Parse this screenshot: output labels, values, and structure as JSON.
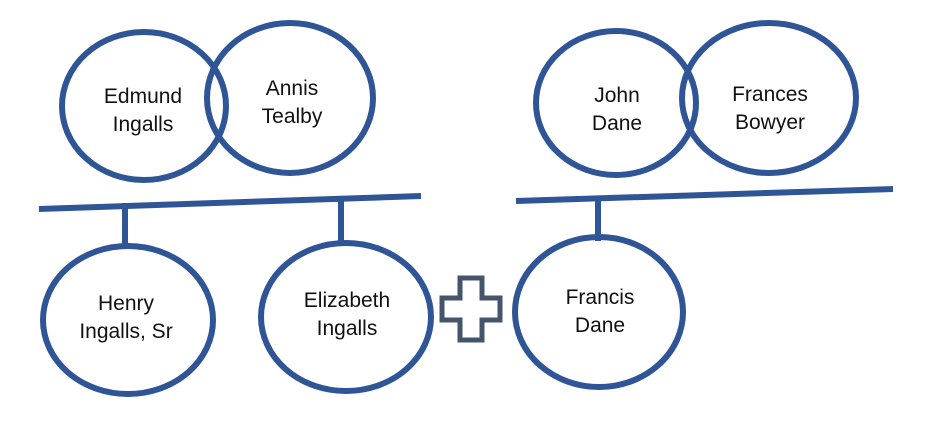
{
  "colors": {
    "shape_stroke": "#2F5597",
    "cross_stroke": "#44546A",
    "label_color": "#111111",
    "background": "#FFFFFF"
  },
  "icons": {
    "marriage_cross": "plus-cross-outline"
  },
  "people": {
    "edmund": "Edmund\nIngalls",
    "annis": "Annis\nTealby",
    "john": "John\nDane",
    "frances": "Frances\nBowyer",
    "henry": "Henry\nIngalls, Sr",
    "elizabeth": "Elizabeth\nIngalls",
    "francis": "Francis\nDane"
  }
}
